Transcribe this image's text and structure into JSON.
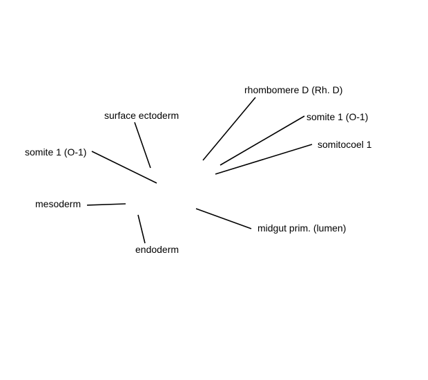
{
  "labels": {
    "rhombomere_d": "rhombomere D (Rh. D)",
    "somite_1_right": "somite 1 (O-1)",
    "somitocoel_1": "somitocoel 1",
    "surface_ectoderm": "surface ectoderm",
    "somite_1_left": "somite 1 (O-1)",
    "mesoderm": "mesoderm",
    "midgut_prim_lumen": "midgut prim. (lumen)",
    "endoderm": "endoderm"
  },
  "colors": {
    "background": "#ffffff",
    "text": "#000000",
    "leader_line": "#000000"
  }
}
